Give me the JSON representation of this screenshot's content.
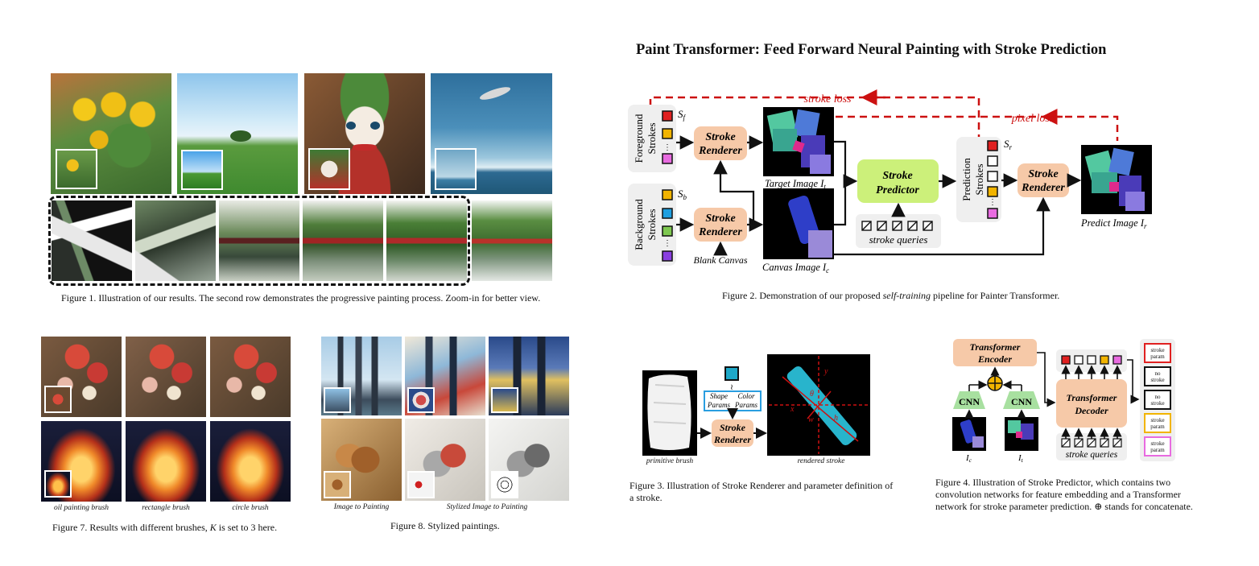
{
  "paper_title": "Paint Transformer: Feed Forward Neural Painting with Stroke Prediction",
  "figure1": {
    "caption": "Figure 1. Illustration of our results. The second row demonstrates the progressive painting process. Zoom-in for better view."
  },
  "figure2": {
    "caption_pre": "Figure 2. Demonstration of our proposed ",
    "caption_em": "self-training",
    "caption_post": " pipeline for Painter Transformer.",
    "stroke_loss": "stroke loss",
    "pixel_loss": "pixel loss",
    "foreground": [
      "Foreground",
      "Strokes"
    ],
    "background": [
      "Background",
      "Strokes"
    ],
    "prediction": [
      "Prediction",
      "Strokes"
    ],
    "sf": "S",
    "sf_sub": "f",
    "sb": "S",
    "sb_sub": "b",
    "sr": "S",
    "sr_sub": "r",
    "stroke_renderer": [
      "Stroke",
      "Renderer"
    ],
    "stroke_predictor": [
      "Stroke",
      "Predictor"
    ],
    "target_image": "Target Image I",
    "target_sub": "t",
    "canvas_image": "Canvas Image I",
    "canvas_sub": "c",
    "predict_image": "Predict Image I",
    "predict_sub": "r",
    "blank_canvas": "Blank Canvas",
    "stroke_queries": "stroke queries"
  },
  "figure3": {
    "caption": "Figure 3. Illustration of Stroke Renderer and parameter definition of a stroke.",
    "primitive_brush": "primitive brush",
    "rendered_stroke": "rendered stroke",
    "shape_params": [
      "Shape",
      "Params"
    ],
    "color_params": [
      "Color",
      "Params"
    ],
    "stroke_renderer": [
      "Stroke",
      "Renderer"
    ],
    "labels": {
      "y": "y",
      "x": "x",
      "w": "w",
      "h": "h",
      "theta": "θ"
    }
  },
  "figure4": {
    "caption": "Figure 4. Illustration of Stroke Predictor, which contains two convolution networks for feature embedding and a Transformer network for stroke parameter prediction. ⊕ stands for concatenate.",
    "transformer_encoder": [
      "Transformer",
      "Encoder"
    ],
    "transformer_decoder": [
      "Transformer",
      "Decoder"
    ],
    "cnn": "CNN",
    "ic": "I",
    "ic_sub": "c",
    "it": "I",
    "it_sub": "t",
    "stroke_queries": "stroke queries",
    "outputs": [
      {
        "label": [
          "stroke",
          "param"
        ],
        "color": "#e02020"
      },
      {
        "label": [
          "no",
          "stroke"
        ],
        "color": "#111111"
      },
      {
        "label": [
          "no",
          "stroke"
        ],
        "color": "#111111"
      },
      {
        "label": [
          "stroke",
          "param"
        ],
        "color": "#f2b400"
      },
      {
        "label": [
          "stroke",
          "param"
        ],
        "color": "#e86be0"
      }
    ]
  },
  "figure7": {
    "caption_pre": "Figure 7. Results with different brushes, ",
    "caption_k": "K",
    "caption_post": " is set to 3 here.",
    "labels": [
      "oil painting brush",
      "rectangle brush",
      "circle brush"
    ]
  },
  "figure8": {
    "caption": "Figure 8. Stylized paintings.",
    "labels": [
      "Image to Painting",
      "Stylized Image to Painting"
    ]
  },
  "colors": {
    "renderer": "#f6c9a8",
    "predictor": "#ccf07a",
    "loss": "#cc1111",
    "cnn": "#a8e0a0",
    "red": "#e02020",
    "yellow": "#f2b400",
    "blue": "#1e9fe0",
    "green": "#7ec850",
    "purple": "#8a3fe0",
    "pink": "#e86be0"
  }
}
